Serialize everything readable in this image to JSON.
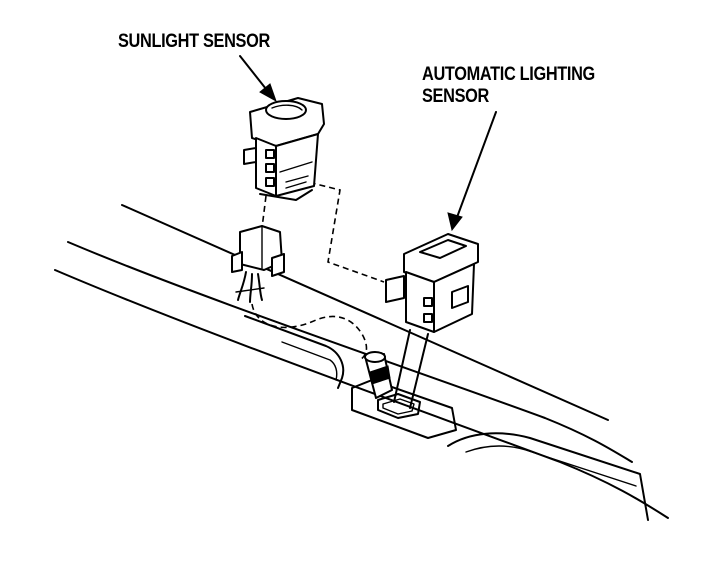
{
  "labels": {
    "sunlight_sensor": "SUNLIGHT SENSOR",
    "automatic_lighting_line1": "AUTOMATIC LIGHTING",
    "automatic_lighting_line2": "SENSOR"
  }
}
